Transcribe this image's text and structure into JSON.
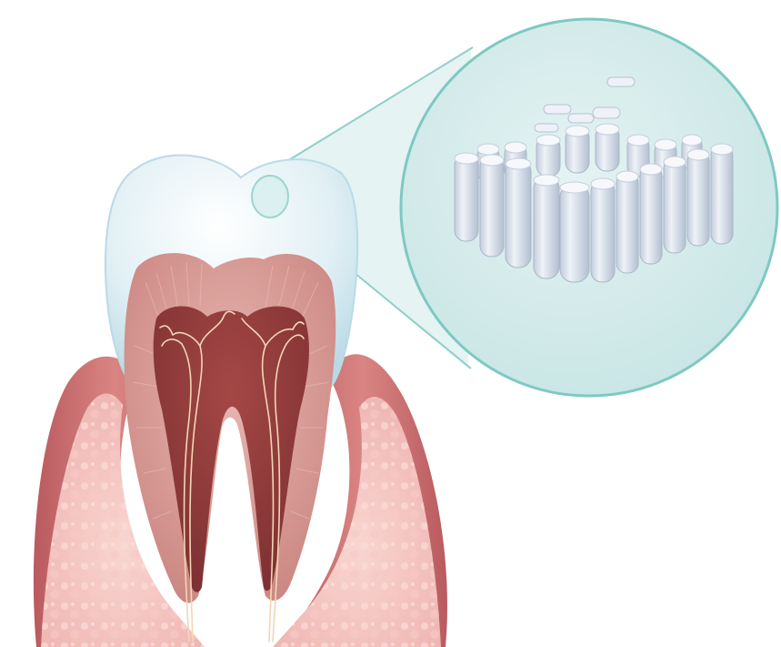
{
  "colors": {
    "background": "#ffffff",
    "gum_dark": "#c66a6e",
    "gum_light": "#f4c6c4",
    "gum_texture": "#fbd7d3",
    "enamel": "#cfe7ef",
    "dentin": "#d99e98",
    "pulp": "#8c3a3b",
    "nerve": "#f0d2b2",
    "magnifier_fill": "#d6eded",
    "magnifier_stroke": "#7ec9c2",
    "rod_face": "#dde4ee",
    "rod_top": "#f4f7fb",
    "rod_shadow": "#b7c2d3"
  },
  "icons": {
    "magnifier": "magnifier-circle",
    "tooth": "tooth-cross-section",
    "rods": "enamel-rods-block"
  }
}
